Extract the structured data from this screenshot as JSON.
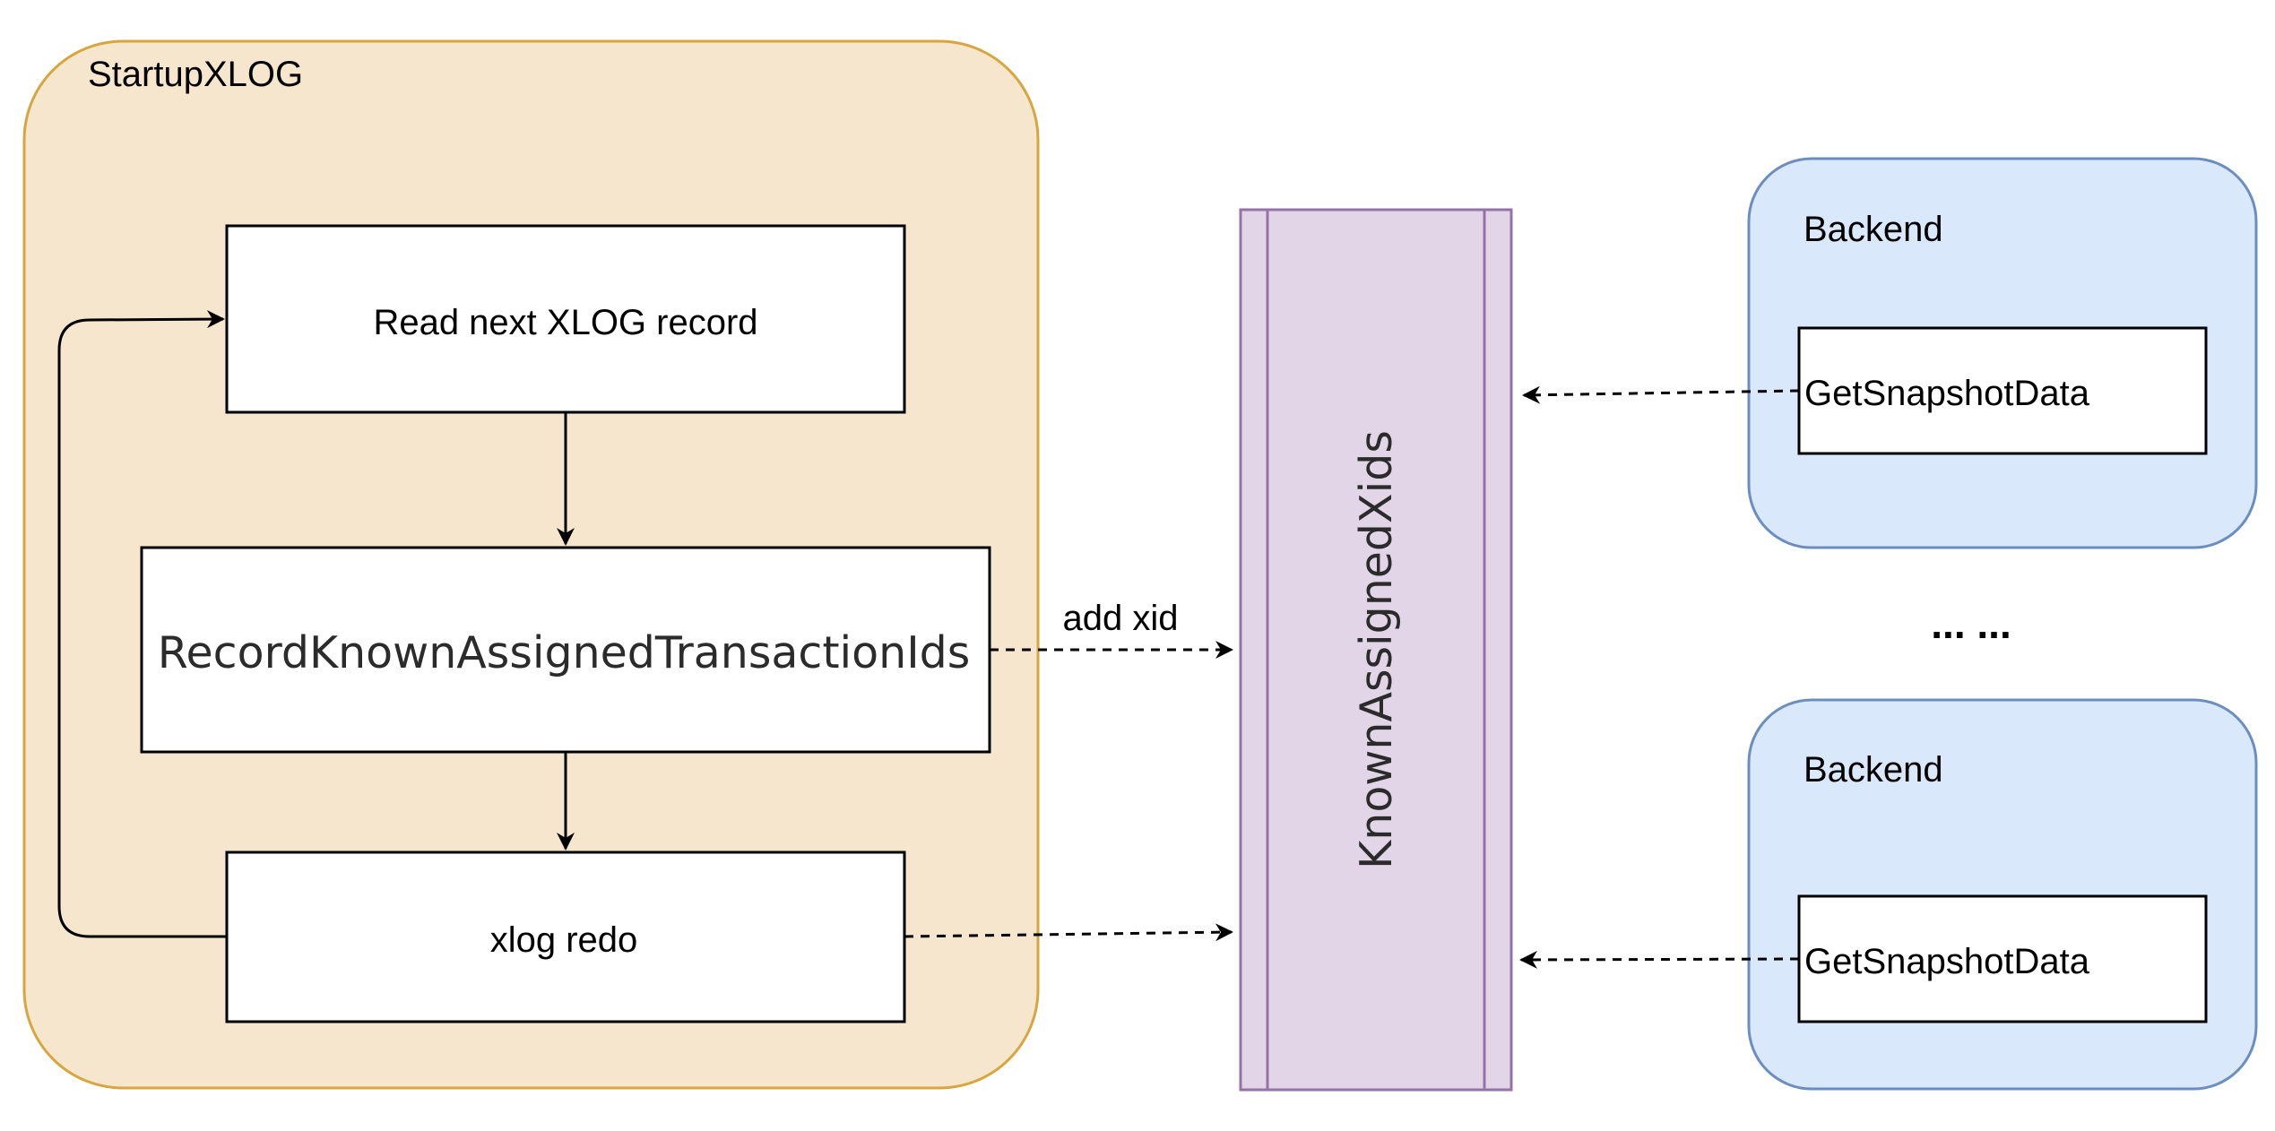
{
  "startup": {
    "title": "StartupXLOG"
  },
  "steps": {
    "read": "Read next XLOG record",
    "record": "RecordKnownAssignedTransactionIds",
    "redo": "xlog redo"
  },
  "edges": {
    "add_xid": "add xid"
  },
  "known": {
    "label": "KnownAssignedXids"
  },
  "backends": [
    {
      "title": "Backend",
      "func": "GetSnapshotData"
    },
    {
      "title": "Backend",
      "func": "GetSnapshotData"
    }
  ],
  "ellipsis": "... ...",
  "colors": {
    "startup_fill": "#f6e6cd",
    "startup_stroke": "#d7a63e",
    "known_fill": "#e1d5e7",
    "known_stroke": "#9673a6",
    "backend_fill": "#dae8fc",
    "backend_stroke": "#6c8ebf"
  }
}
